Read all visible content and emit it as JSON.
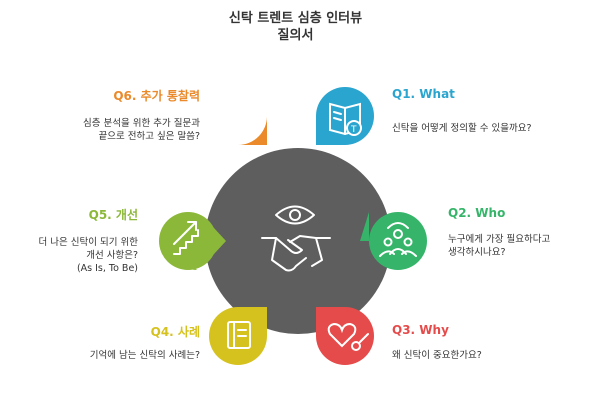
{
  "title": {
    "line1": "신탁 트렌트 심층 인터뷰",
    "line2": "질의서"
  },
  "questions": [
    {
      "id": "q1",
      "heading": "Q1. What",
      "lines": [
        "신탁을 어떻게 정의할 수 있을까요?"
      ],
      "color": "#2aa5cf",
      "icon": "book-search-icon"
    },
    {
      "id": "q2",
      "heading": "Q2. Who",
      "lines": [
        "누구에게 가장 필요하다고",
        "생각하시나요?"
      ],
      "color": "#36b56a",
      "icon": "people-group-icon"
    },
    {
      "id": "q3",
      "heading": "Q3. Why",
      "lines": [
        "왜 신탁이 중요한가요?"
      ],
      "color": "#e64b4b",
      "icon": "heart-key-icon"
    },
    {
      "id": "q4",
      "heading": "Q4. 사례",
      "lines": [
        "기억에 남는 신탁의 사례는?"
      ],
      "color": "#d6c21f",
      "icon": "notebook-icon"
    },
    {
      "id": "q5",
      "heading": "Q5. 개선",
      "lines": [
        "더 나은 신탁이 되기 위한",
        "개선 사항은?",
        "(As Is, To Be)"
      ],
      "color": "#8cb83a",
      "icon": "stairs-arrow-icon"
    },
    {
      "id": "q6",
      "heading": "Q6. 추가 통찰력",
      "lines": [
        "심층 분석을 위한 추가 질문과",
        "끝으로 전하고 싶은 말씀?"
      ],
      "color": "#ea8a2a",
      "icon": "question-bubble-icon"
    }
  ],
  "hub": {
    "color": "#5e5e5e",
    "icon": "eye-handshake-icon"
  }
}
